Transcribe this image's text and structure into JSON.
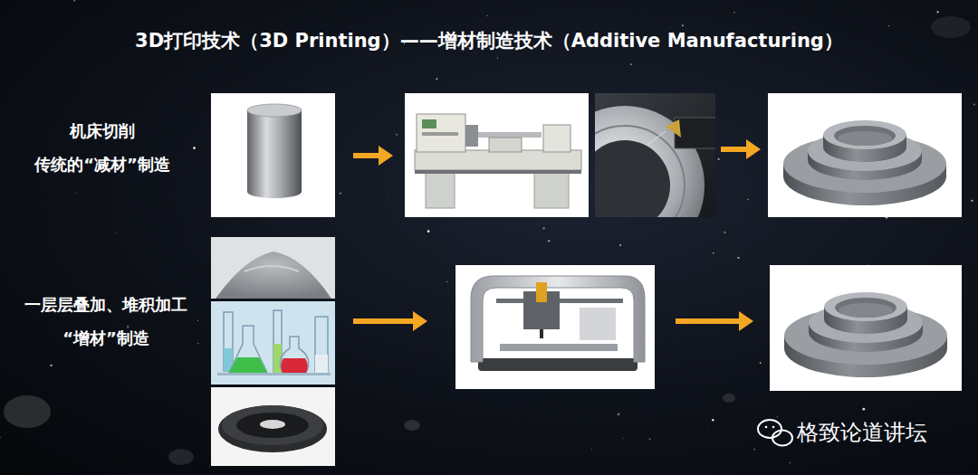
{
  "diagram": {
    "title": "3D打印技术（3D Printing）——增材制造技术（Additive Manufacturing）",
    "labels": [
      "机床切削",
      "传统的“减材”制造",
      "一层层叠加、堆积加工",
      "“增材”制造",
      "格致论道讲坛"
    ]
  }
}
